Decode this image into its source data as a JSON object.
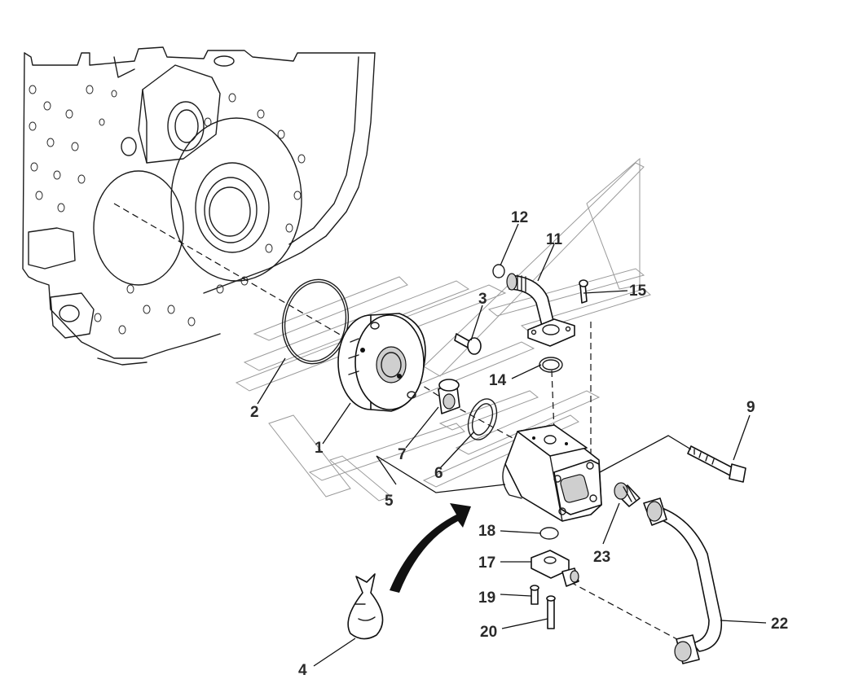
{
  "callouts": [
    {
      "id": "c1",
      "text": "1"
    },
    {
      "id": "c2",
      "text": "2"
    },
    {
      "id": "c3",
      "text": "3"
    },
    {
      "id": "c4",
      "text": "4"
    },
    {
      "id": "c5",
      "text": "5"
    },
    {
      "id": "c6",
      "text": "6"
    },
    {
      "id": "c7",
      "text": "7"
    },
    {
      "id": "c9",
      "text": "9"
    },
    {
      "id": "c11",
      "text": "11"
    },
    {
      "id": "c12",
      "text": "12"
    },
    {
      "id": "c14",
      "text": "14"
    },
    {
      "id": "c15",
      "text": "15"
    },
    {
      "id": "c17",
      "text": "17"
    },
    {
      "id": "c18",
      "text": "18"
    },
    {
      "id": "c19",
      "text": "19"
    },
    {
      "id": "c20",
      "text": "20"
    },
    {
      "id": "c22",
      "text": "22"
    },
    {
      "id": "c23",
      "text": "23"
    }
  ],
  "colors": {
    "line": "#1c1c1c",
    "watermark": "#9a9a9a",
    "shade": "#cfcfcf",
    "background": "#ffffff"
  },
  "icons": [
    "engine-housing",
    "pump-body",
    "pipe-fitting",
    "grease-bag-icon",
    "arrow-icon"
  ]
}
